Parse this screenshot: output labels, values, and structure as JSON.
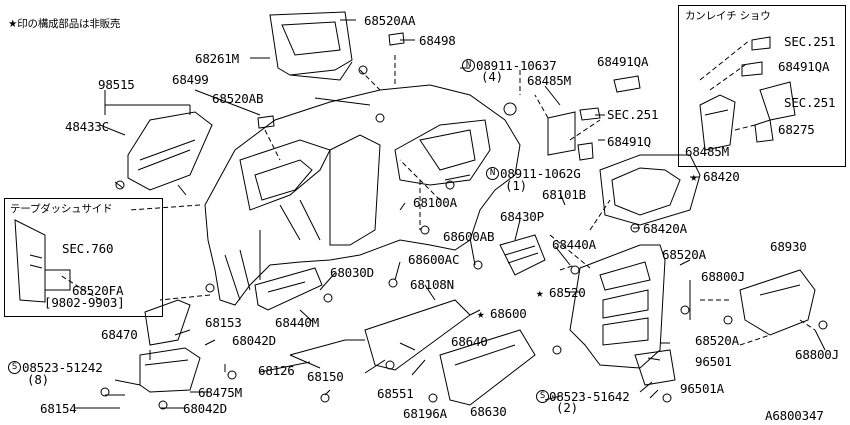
{
  "note": "★印の構成部品は非販売",
  "ref_code": "A6800347",
  "inset_right": {
    "title": "カンレイチ ショウ"
  },
  "inset_left": {
    "title": "テープダッシュサイド"
  },
  "parts": {
    "p68520AA": "68520AA",
    "p68498": "68498",
    "p68261M": "68261M",
    "p98515": "98515",
    "p68499": "68499",
    "p68520AB": "68520AB",
    "p48433C": "48433C",
    "p08911_10637": "08911-10637",
    "p08911_10637_q": "(4)",
    "p68485M": "68485M",
    "p68491QA": "68491QA",
    "p_sec251_a": "SEC.251",
    "p68491Q": "68491Q",
    "p08911_1062G": "08911-1062G",
    "p08911_1062G_q": "(1)",
    "p68101B": "68101B",
    "p68420": "68420",
    "p68420A": "68420A",
    "p68100A": "68100A",
    "p68430P": "68430P",
    "p68600AB": "68600AB",
    "p68440A": "68440A",
    "p68520A_top": "68520A",
    "p68930": "68930",
    "p68520": "68520",
    "p68800J_top": "68800J",
    "p68800J_bot": "68800J",
    "p68520A_bot": "68520A",
    "p68600AC": "68600AC",
    "p68030D": "68030D",
    "p68108N": "68108N",
    "p68600": "68600",
    "p68440M": "68440M",
    "p68153": "68153",
    "p68042D_a": "68042D",
    "p68042D_b": "68042D",
    "p68470": "68470",
    "p68640": "68640",
    "p68126": "68126",
    "p68150": "68150",
    "p68551": "68551",
    "p68196A": "68196A",
    "p68630": "68630",
    "p96501": "96501",
    "p96501A": "96501A",
    "p08523_51242": "08523-51242",
    "p08523_51242_q": "(8)",
    "p08523_51642": "08523-51642",
    "p08523_51642_q": "(2)",
    "p68475M": "68475M",
    "p68154": "68154",
    "p_sec760": "SEC.760",
    "p68520FA": "68520FA",
    "p68520FA_range": "[9802-9903]",
    "in_sec251_1": "SEC.251",
    "in_68491QA": "68491QA",
    "in_sec251_2": "SEC.251",
    "in_68275": "68275",
    "in_68485M": "68485M"
  },
  "symbols": {
    "star": "★",
    "n": "N",
    "s": "S"
  }
}
